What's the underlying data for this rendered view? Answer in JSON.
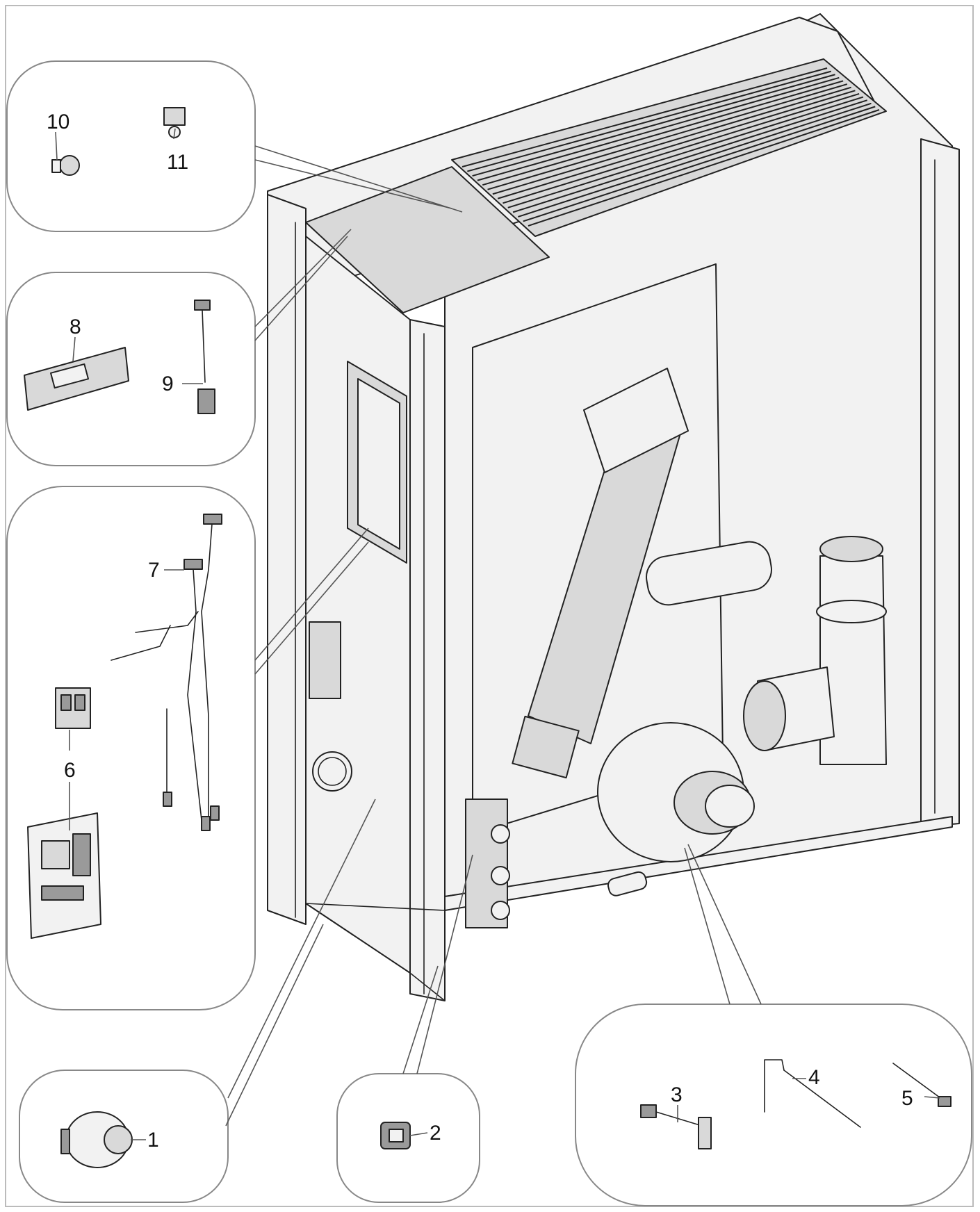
{
  "diagram": {
    "callouts": {
      "c1": "1",
      "c2": "2",
      "c3": "3",
      "c4": "4",
      "c5": "5",
      "c6": "6",
      "c7": "7",
      "c8": "8",
      "c9": "9",
      "c10": "10",
      "c11": "11"
    }
  },
  "colors": {
    "line": "#222222",
    "panel_fill": "#f2f2f2",
    "shade": "#d9d9d9",
    "bubble_border": "#888888"
  },
  "icons": [
    "pressure-switch-icon",
    "switch-icon",
    "temperature-probe-icon",
    "resistor-element-icon",
    "sensor-icon",
    "circuit-board-icon",
    "wiring-harness-icon",
    "control-panel-icon",
    "cable-icon",
    "thermostat-icon",
    "safety-thermostat-icon"
  ]
}
